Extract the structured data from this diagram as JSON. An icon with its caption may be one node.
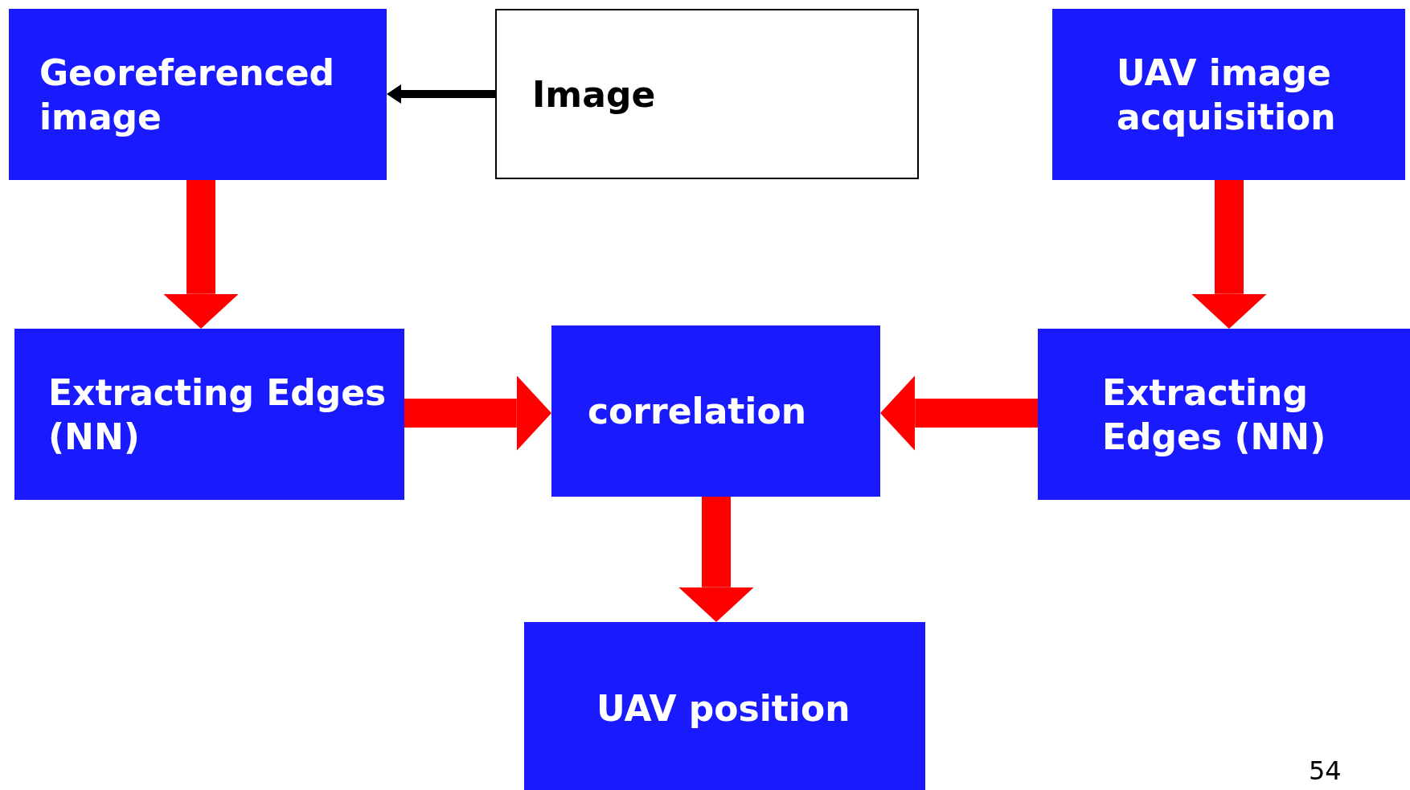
{
  "diagram": {
    "nodes": [
      {
        "text": [
          "Georeferenced image"
        ]
      },
      {
        "text": [
          "Image"
        ]
      },
      {
        "text": [
          "UAV image acquisition"
        ]
      },
      {
        "text": [
          "Extracting Edges (NN)"
        ]
      },
      {
        "text": [
          "correlation"
        ]
      },
      {
        "text": [
          "Extracting Edges (NN)"
        ]
      },
      {
        "text": [
          "UAV position"
        ]
      }
    ],
    "edges": [
      {
        "from": 1,
        "to": 0,
        "arrow": "to",
        "color": "#000000"
      },
      {
        "from": 0,
        "to": 3,
        "arrow": "to"
      },
      {
        "from": 2,
        "to": 5,
        "arrow": "to"
      },
      {
        "from": 3,
        "to": 4,
        "arrow": "to"
      },
      {
        "from": 5,
        "to": 4,
        "arrow": "to"
      },
      {
        "from": 4,
        "to": 6,
        "arrow": "to"
      }
    ],
    "labels": [
      "54"
    ]
  }
}
